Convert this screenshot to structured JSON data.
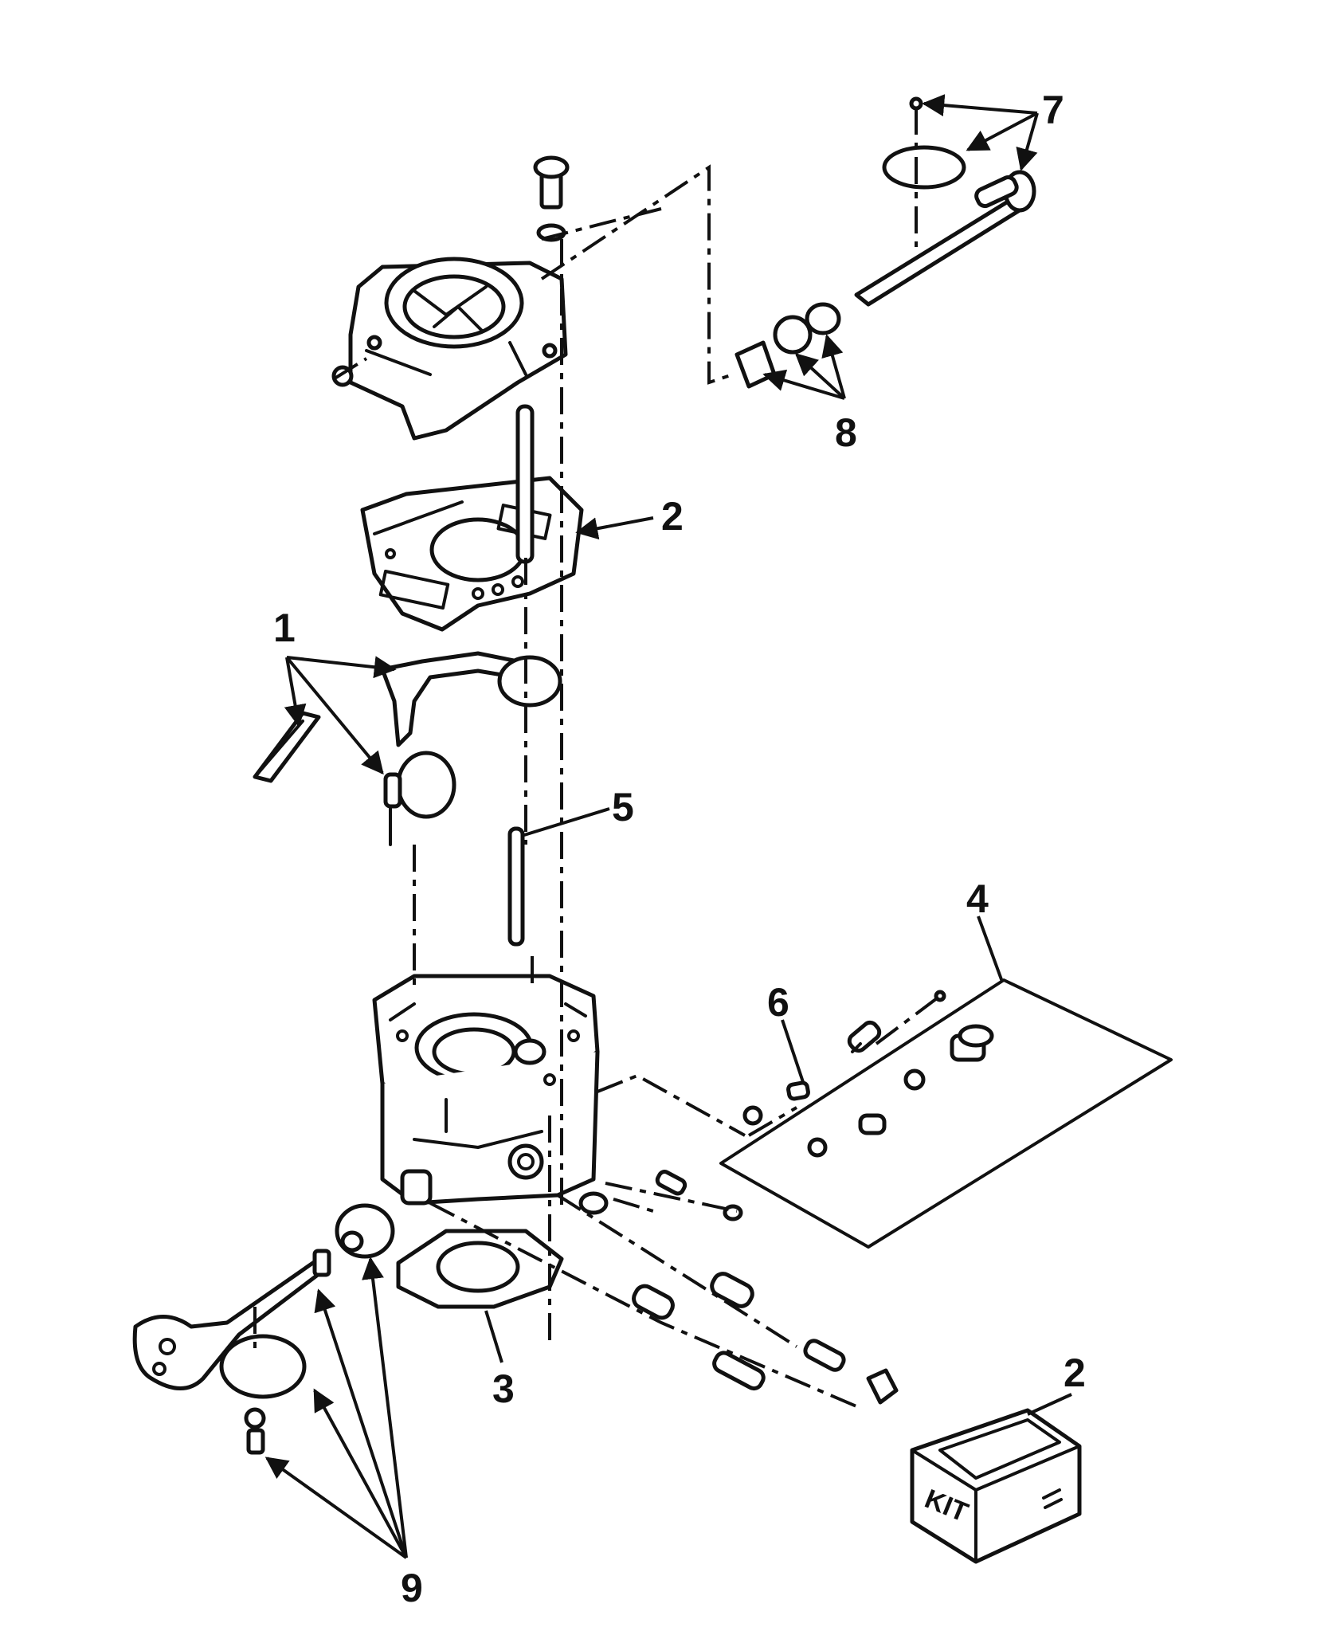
{
  "callouts": {
    "c1": "1",
    "c2_gasket": "2",
    "c2_kit": "2",
    "c3": "3",
    "c4": "4",
    "c5": "5",
    "c6": "6",
    "c7": "7",
    "c8": "8",
    "c9": "9"
  },
  "kit_box": {
    "label": "KIT"
  },
  "colors": {
    "line": "#111111",
    "background": "#ffffff"
  }
}
